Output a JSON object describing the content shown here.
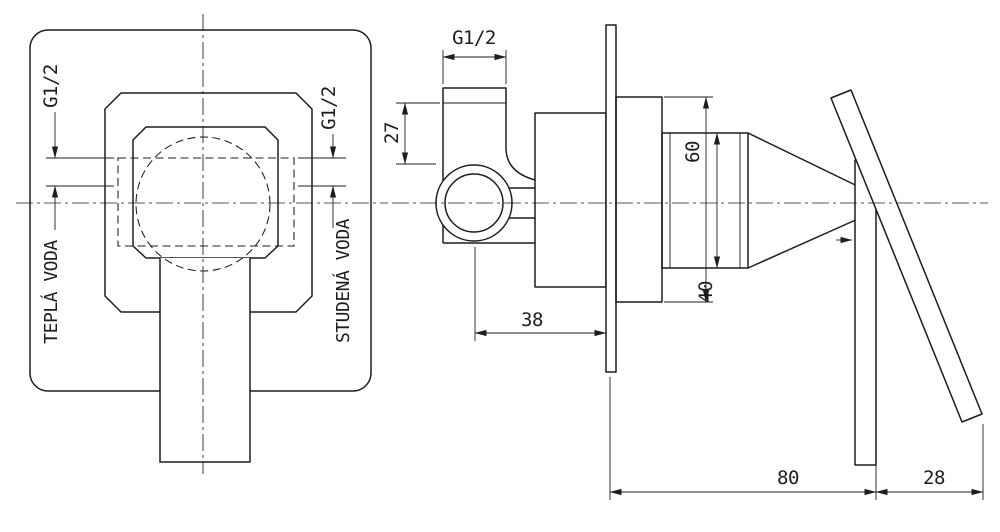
{
  "page": {
    "background": "#ffffff",
    "line_color": "#1d1d1d"
  },
  "front_view": {
    "thread_left_label": "G1/2",
    "thread_right_label": "G1/2",
    "hot_water_label": "TEPLÁ VODA",
    "cold_water_label": "STUDENÁ VODA"
  },
  "side_view": {
    "thread_top_label": "G1/2",
    "dim_inlet_depth": "27",
    "dim_inlet_to_wall": "38",
    "dim_body_height": "60",
    "dim_sleeve_height": "40",
    "dim_wall_to_handle": "80",
    "dim_handle_thickness": "28"
  }
}
